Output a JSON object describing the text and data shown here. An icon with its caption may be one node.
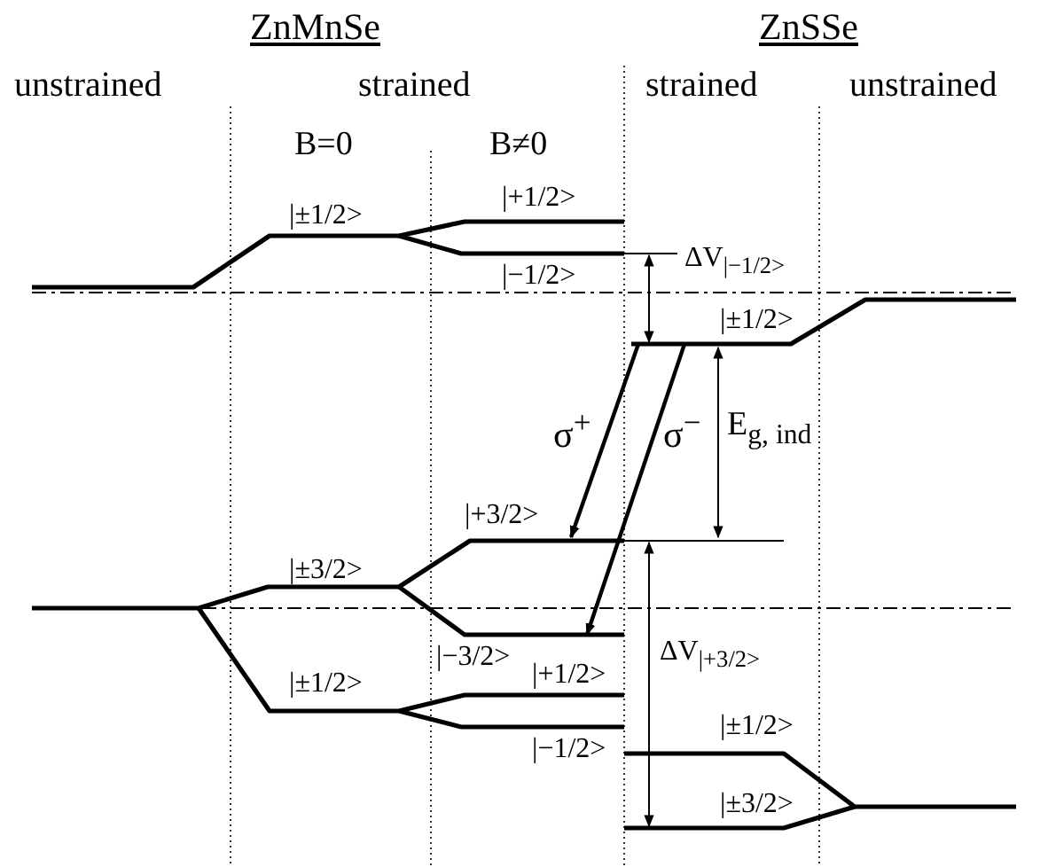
{
  "diagram": {
    "labels": [
      "ZnMnSe",
      "ZnSSe",
      "unstrained",
      "strained",
      "strained",
      "unstrained",
      "B=0",
      "B≠0",
      "|±1/2>",
      "|+1/2>",
      "|−1/2>",
      "ΔV$_{|−1/2>}$",
      "|±1/2>",
      "σ$^{+}$",
      "σ$^{−}$",
      "E$_{g, ind}$",
      "|+3/2>",
      "|±3/2>",
      "|−3/2>",
      "ΔV$_{|+3/2>}$",
      "|±1/2>",
      "|+1/2>",
      "|−1/2>",
      "|±1/2>",
      "|±3/2>"
    ]
  }
}
